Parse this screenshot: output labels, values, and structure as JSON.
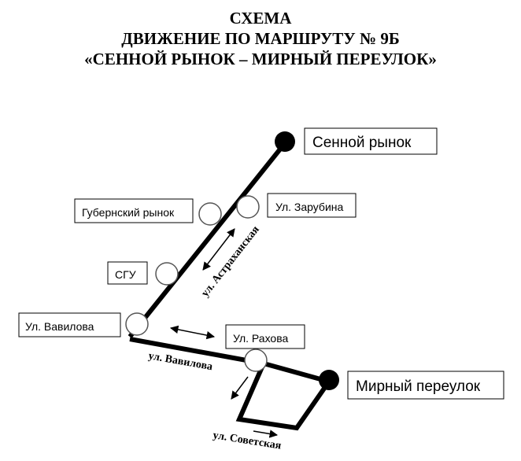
{
  "title": {
    "line1": "СХЕМА",
    "line2": "ДВИЖЕНИЕ ПО МАРШРУТУ  № 9Б",
    "line3": "«СЕННОЙ РЫНОК – МИРНЫЙ ПЕРЕУЛОК»"
  },
  "terminals": {
    "start": "Сенной рынок",
    "end": "Мирный переулок"
  },
  "stops": {
    "zarubina": "Ул. Зарубина",
    "gubernsky": "Губернский рынок",
    "sgu": "СГУ",
    "vavilova": "Ул. Вавилова",
    "rakhova": "Ул. Рахова"
  },
  "streets": {
    "astrakhanskaya": "ул. Астраханская",
    "vavilova": "ул. Вавилова",
    "sovetskaya": "ул. Советская"
  },
  "colors": {
    "line": "#000000",
    "terminal_fill": "#000000",
    "stop_fill": "#ffffff"
  }
}
